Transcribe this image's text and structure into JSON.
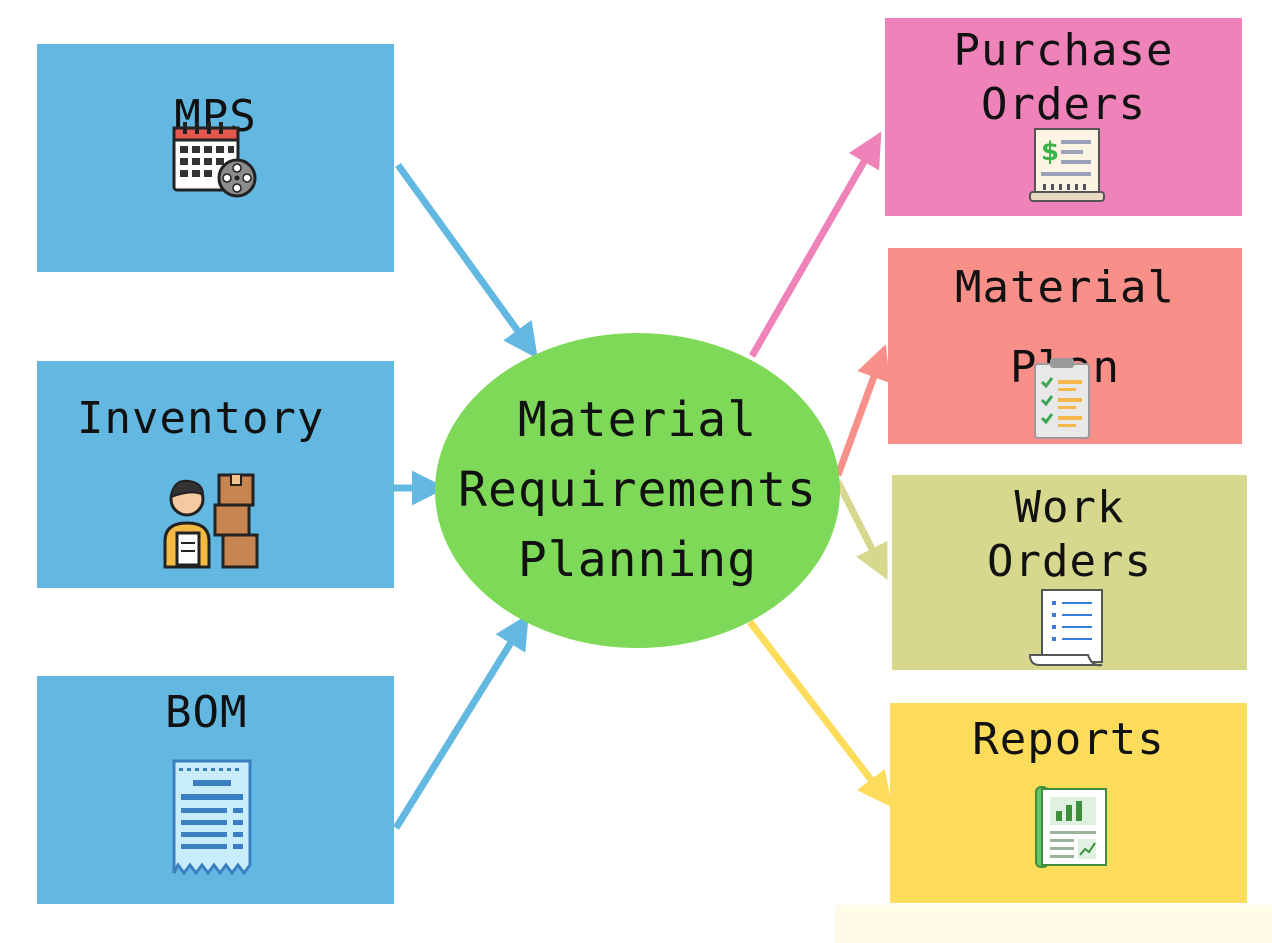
{
  "inputs": {
    "mps": {
      "label": "MPS",
      "icon": "calendar-film-icon"
    },
    "inventory": {
      "label": "Inventory",
      "icon": "warehouse-worker-icon"
    },
    "bom": {
      "label": "BOM",
      "icon": "document-list-icon"
    }
  },
  "center": {
    "label": "Material\nRequirements\nPlanning"
  },
  "outputs": {
    "purchase_orders": {
      "label": "Purchase\nOrders",
      "icon": "invoice-icon"
    },
    "material_plan": {
      "label": "Material\nPlan",
      "icon": "checklist-clipboard-icon"
    },
    "work_orders": {
      "label": "Work\nOrders",
      "icon": "scroll-list-icon"
    },
    "reports": {
      "label": "Reports",
      "icon": "report-chart-icon"
    }
  },
  "colors": {
    "input": "#63b8e2",
    "center": "#7dd957",
    "purchase_orders": "#ef82b9",
    "material_plan": "#f98f89",
    "work_orders": "#d5d88d",
    "reports": "#fedc5b"
  }
}
